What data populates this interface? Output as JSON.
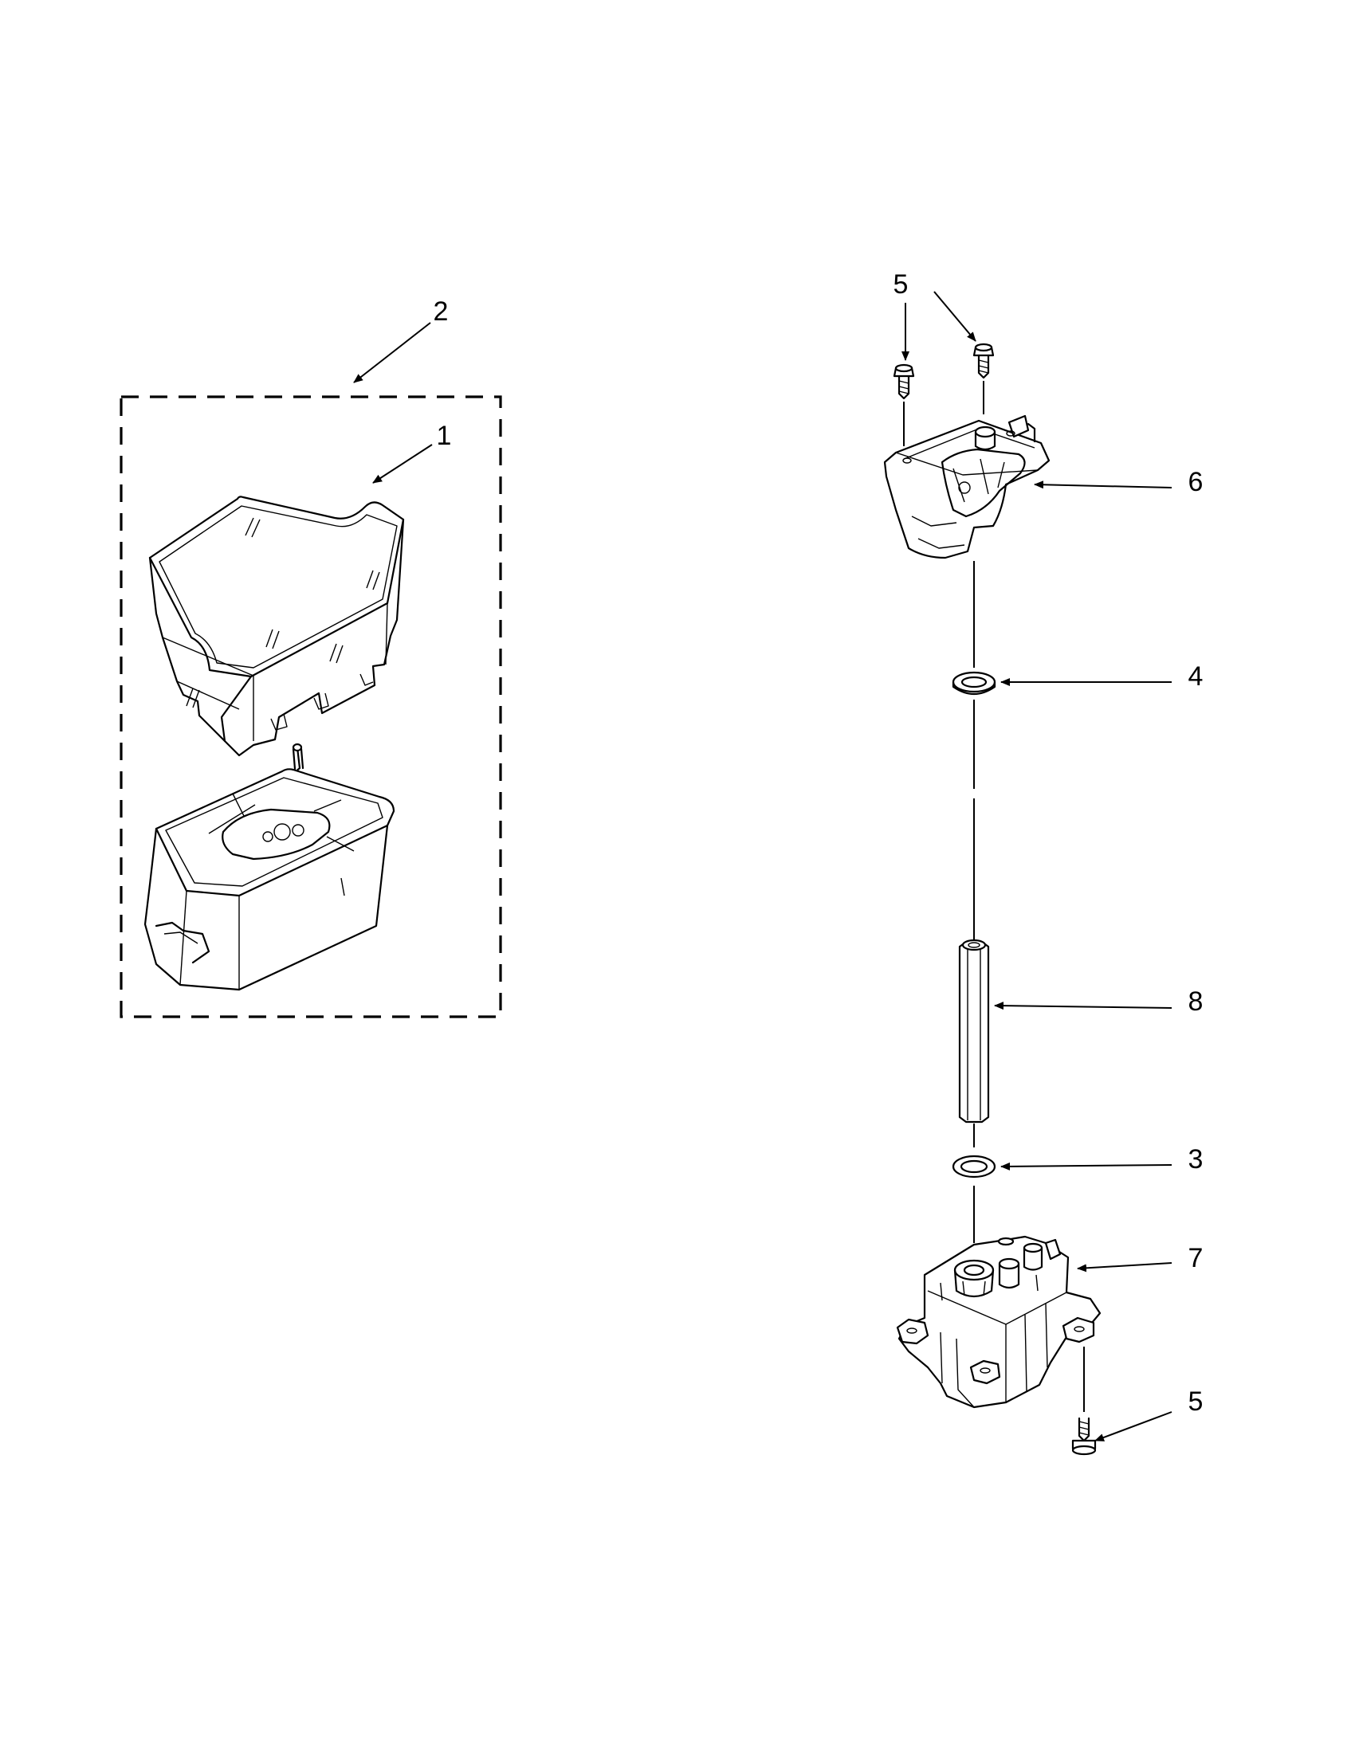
{
  "callouts": {
    "c1": "1",
    "c2": "2",
    "c3": "3",
    "c4": "4",
    "c5_top": "5",
    "c5_bottom": "5",
    "c6": "6",
    "c7": "7",
    "c8": "8"
  },
  "colors": {
    "line": "#000000",
    "background": "#ffffff"
  }
}
